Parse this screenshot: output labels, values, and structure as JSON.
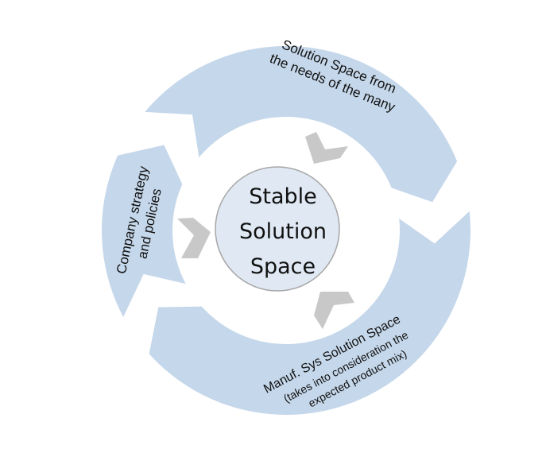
{
  "center": {
    "lines": [
      "Stable",
      "Solution",
      "Space"
    ]
  },
  "segments": {
    "top": {
      "lines": [
        "Solution Space from",
        "the needs of the many"
      ]
    },
    "left": {
      "lines": [
        "Company strategy",
        "and policies"
      ]
    },
    "bottom": {
      "lines": [
        "Manuf. Sys Solution Space",
        "(takes into consideration the",
        "expected product mix)"
      ]
    }
  },
  "colors": {
    "ring": "#c5d7ea",
    "center_fill": "#dfe8f3",
    "center_stroke": "#a6a6a6",
    "chevron": "#c8c8c8"
  }
}
